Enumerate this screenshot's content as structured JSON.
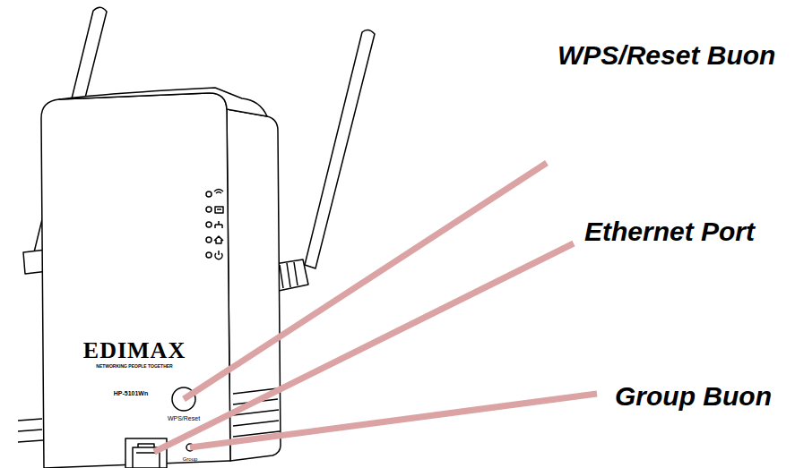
{
  "diagram": {
    "labels": [
      "WPS/Reset Buon",
      "Ethernet Port",
      "Group Buon",
      "EDIMAX",
      "NETWORKING PEOPLE TOGETHER",
      "HP-5101Wn",
      "WPS/Reset",
      "Group"
    ]
  }
}
